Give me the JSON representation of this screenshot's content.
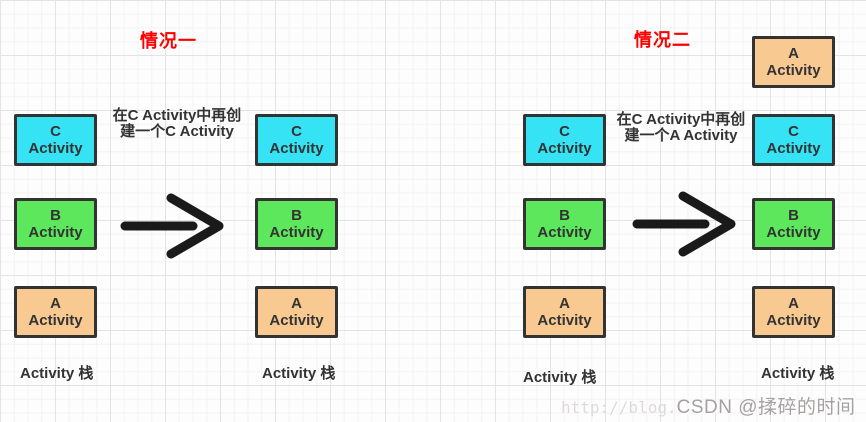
{
  "colors": {
    "cyan": "#35e3f5",
    "green": "#5ce75c",
    "orange": "#f9c992",
    "box-border": "#333333",
    "title-red": "#fd0000",
    "text": "#333333",
    "arrow": "#1a1a1a",
    "watermark-prefix": "#dedada",
    "watermark-brand": "#a5a1a1"
  },
  "scenarios": [
    {
      "title": "情况一",
      "instruction": {
        "line1": "在C Activity中再创",
        "line2": "建一个C Activity"
      },
      "before_caption": "Activity 栈",
      "after_caption": "Activity 栈",
      "before_stack": [
        {
          "letter": "C",
          "word": "Activity",
          "color": "cyan"
        },
        {
          "letter": "B",
          "word": "Activity",
          "color": "green"
        },
        {
          "letter": "A",
          "word": "Activity",
          "color": "orange"
        }
      ],
      "after_stack": [
        {
          "letter": "C",
          "word": "Activity",
          "color": "cyan"
        },
        {
          "letter": "B",
          "word": "Activity",
          "color": "green"
        },
        {
          "letter": "A",
          "word": "Activity",
          "color": "orange"
        }
      ]
    },
    {
      "title": "情况二",
      "instruction": {
        "line1": "在C Activity中再创",
        "line2": "建一个A Activity"
      },
      "before_caption": "Activity 栈",
      "after_caption": "Activity 栈",
      "before_stack": [
        {
          "letter": "C",
          "word": "Activity",
          "color": "cyan"
        },
        {
          "letter": "B",
          "word": "Activity",
          "color": "green"
        },
        {
          "letter": "A",
          "word": "Activity",
          "color": "orange"
        }
      ],
      "after_stack": [
        {
          "letter": "A",
          "word": "Activity",
          "color": "orange"
        },
        {
          "letter": "C",
          "word": "Activity",
          "color": "cyan"
        },
        {
          "letter": "B",
          "word": "Activity",
          "color": "green"
        },
        {
          "letter": "A",
          "word": "Activity",
          "color": "orange"
        }
      ]
    }
  ],
  "watermark": {
    "prefix": "http://blog.",
    "brand": "CSDN @揉碎的时间"
  }
}
